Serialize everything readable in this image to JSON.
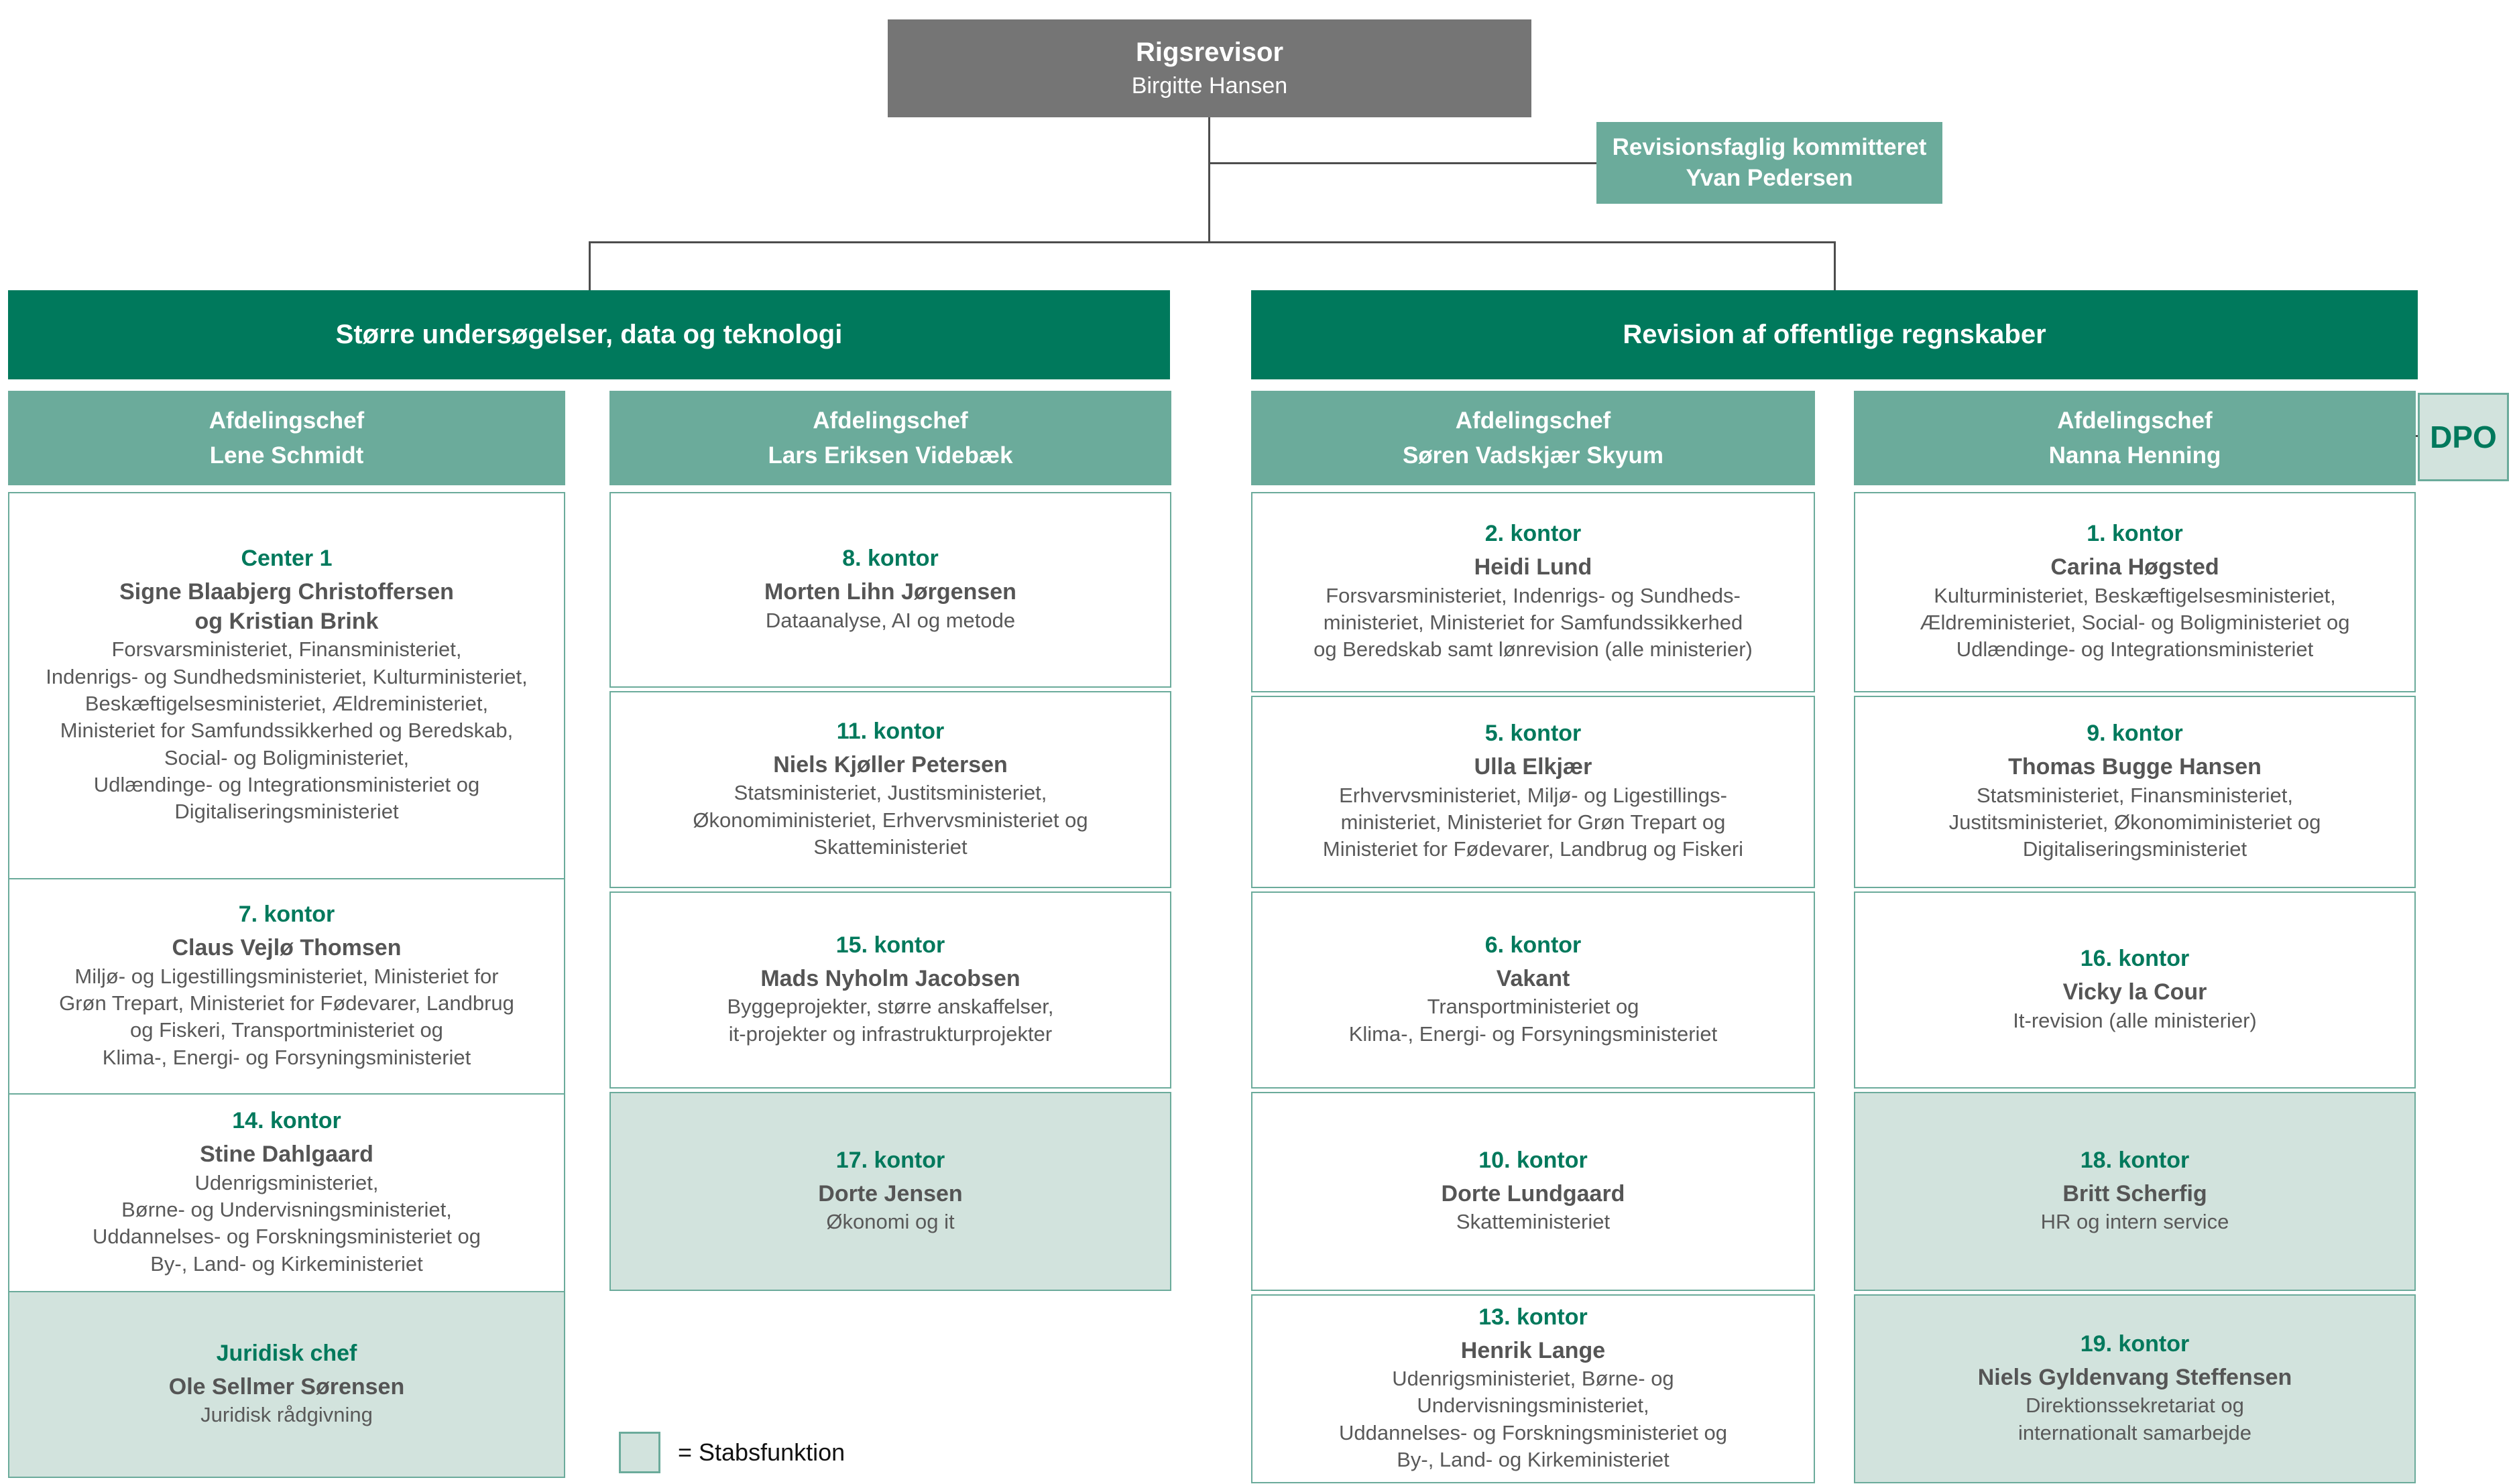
{
  "root": {
    "title": "Rigsrevisor",
    "name": "Birgitte Hansen"
  },
  "committee": {
    "title": "Revisionsfaglig kommitteret",
    "name": "Yvan Pedersen"
  },
  "dpo": {
    "label": "DPO"
  },
  "legend": {
    "label": "= Stabsfunktion"
  },
  "colors": {
    "division_header": "#00795c",
    "teal_header": "#6bab9b",
    "staff_fill": "#d2e3dd",
    "box_border": "#6bab9b",
    "root_gray": "#757575",
    "accent_text": "#00795c",
    "body_text": "#595959",
    "connector": "#4d4d4d"
  },
  "divisions": [
    {
      "title": "Større undersøgelser, data og teknologi",
      "columns": [
        {
          "header": {
            "role": "Afdelingschef",
            "name": "Lene Schmidt"
          },
          "boxes": [
            {
              "title": "Center 1",
              "name": "Signe Blaabjerg Christoffersen\nog Kristian Brink",
              "description": "Forsvarsministeriet, Finansministeriet,\nIndenrigs- og Sundhedsministeriet, Kulturministeriet,\nBeskæftigelsesministeriet, Ældreministeriet,\nMinisteriet for Samfundssikkerhed og Beredskab,\nSocial- og Boligministeriet,\nUdlændinge- og Integrationsministeriet og\nDigitaliseringsministeriet",
              "staff": false
            },
            {
              "title": "7. kontor",
              "name": "Claus Vejlø Thomsen",
              "description": "Miljø- og Ligestillingsministeriet, Ministeriet for\nGrøn Trepart, Ministeriet for Fødevarer, Landbrug\nog Fiskeri, Transportministeriet og\nKlima-, Energi- og Forsyningsministeriet",
              "staff": false
            },
            {
              "title": "14. kontor",
              "name": "Stine Dahlgaard",
              "description": "Udenrigsministeriet,\nBørne- og Undervisningsministeriet,\nUddannelses- og Forskningsministeriet og\nBy-, Land- og Kirkeministeriet",
              "staff": false
            },
            {
              "title": "Juridisk chef",
              "name": "Ole Sellmer Sørensen",
              "description": "Juridisk rådgivning",
              "staff": true
            }
          ]
        },
        {
          "header": {
            "role": "Afdelingschef",
            "name": "Lars Eriksen Videbæk"
          },
          "boxes": [
            {
              "title": "8. kontor",
              "name": "Morten Lihn Jørgensen",
              "description": "Dataanalyse, AI og metode",
              "staff": false
            },
            {
              "title": "11. kontor",
              "name": "Niels Kjøller Petersen",
              "description": "Statsministeriet, Justitsministeriet,\nØkonomiministeriet, Erhvervsministeriet og\nSkatteministeriet",
              "staff": false
            },
            {
              "title": "15. kontor",
              "name": "Mads Nyholm Jacobsen",
              "description": "Byggeprojekter, større anskaffelser,\nit-projekter og infrastrukturprojekter",
              "staff": false
            },
            {
              "title": "17. kontor",
              "name": "Dorte Jensen",
              "description": "Økonomi og it",
              "staff": true
            }
          ]
        }
      ]
    },
    {
      "title": "Revision af offentlige regnskaber",
      "columns": [
        {
          "header": {
            "role": "Afdelingschef",
            "name": "Søren Vadskjær Skyum"
          },
          "boxes": [
            {
              "title": "2. kontor",
              "name": "Heidi Lund",
              "description": "Forsvarsministeriet, Indenrigs- og Sundheds-\nministeriet, Ministeriet for Samfundssikkerhed\nog Beredskab samt lønrevision (alle ministerier)",
              "staff": false
            },
            {
              "title": "5. kontor",
              "name": "Ulla Elkjær",
              "description": "Erhvervsministeriet, Miljø- og Ligestillings-\nministeriet, Ministeriet for Grøn Trepart og\nMinisteriet for Fødevarer, Landbrug og Fiskeri",
              "staff": false
            },
            {
              "title": "6. kontor",
              "name": "Vakant",
              "description": "Transportministeriet og\nKlima-, Energi- og Forsyningsministeriet",
              "staff": false
            },
            {
              "title": "10. kontor",
              "name": "Dorte Lundgaard",
              "description": "Skatteministeriet",
              "staff": false
            },
            {
              "title": "13. kontor",
              "name": "Henrik Lange",
              "description": "Udenrigsministeriet, Børne- og\nUndervisningsministeriet,\nUddannelses- og Forskningsministeriet og\nBy-, Land- og Kirkeministeriet",
              "staff": false
            }
          ]
        },
        {
          "header": {
            "role": "Afdelingschef",
            "name": "Nanna Henning"
          },
          "boxes": [
            {
              "title": "1. kontor",
              "name": "Carina Høgsted",
              "description": "Kulturministeriet, Beskæftigelsesministeriet,\nÆldreministeriet, Social- og Boligministeriet og\nUdlændinge- og Integrationsministeriet",
              "staff": false
            },
            {
              "title": "9. kontor",
              "name": "Thomas Bugge Hansen",
              "description": "Statsministeriet, Finansministeriet,\nJustitsministeriet, Økonomiministeriet og\nDigitaliseringsministeriet",
              "staff": false
            },
            {
              "title": "16. kontor",
              "name": "Vicky la Cour",
              "description": "It-revision (alle ministerier)",
              "staff": false
            },
            {
              "title": "18. kontor",
              "name": "Britt Scherfig",
              "description": "HR og intern service",
              "staff": true
            },
            {
              "title": "19. kontor",
              "name": "Niels Gyldenvang Steffensen",
              "description": "Direktionssekretariat og\ninternationalt samarbejde",
              "staff": true
            }
          ]
        }
      ]
    }
  ]
}
